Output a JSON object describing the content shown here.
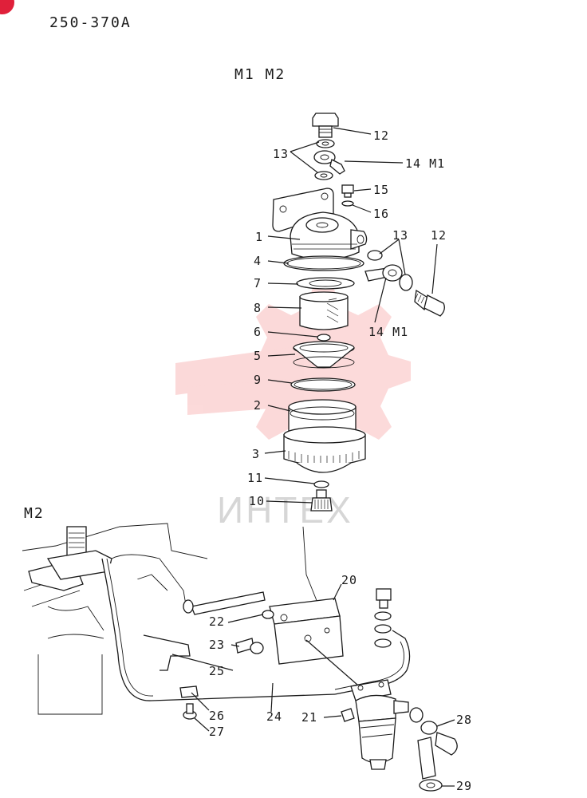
{
  "header": {
    "code": "250-370A",
    "models": "M1 M2"
  },
  "section": {
    "label": "M2"
  },
  "watermark": {
    "text": "ИНТЕХ",
    "color": "#f26a6a"
  },
  "badge": {
    "color": "#e0203a"
  },
  "callouts": {
    "c1": "1",
    "c2": "2",
    "c3": "3",
    "c4": "4",
    "c5": "5",
    "c6": "6",
    "c7": "7",
    "c8": "8",
    "c9": "9",
    "c10": "10",
    "c11": "11",
    "c12a": "12",
    "c12b": "12",
    "c13a": "13",
    "c13b": "13",
    "c14a": "14 M1",
    "c14b": "14 M1",
    "c15": "15",
    "c16": "16",
    "c20": "20",
    "c21": "21",
    "c22": "22",
    "c23": "23",
    "c24": "24",
    "c25": "25",
    "c26": "26",
    "c27": "27",
    "c28": "28",
    "c29": "29"
  }
}
